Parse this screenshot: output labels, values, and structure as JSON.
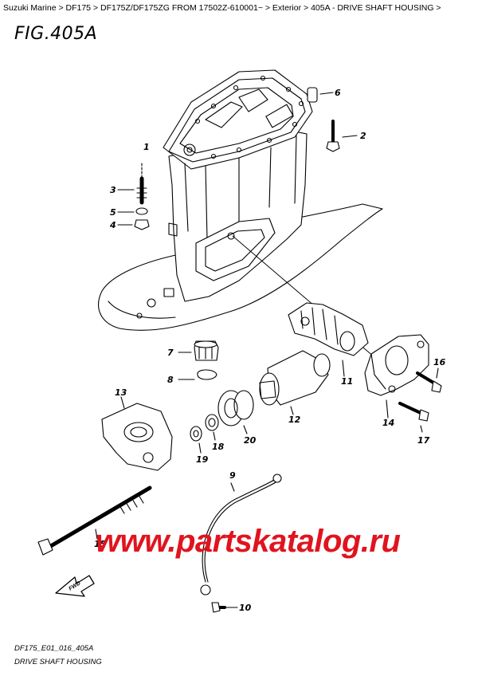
{
  "breadcrumb": {
    "items": [
      "Suzuki Marine",
      "DF175",
      "DF175Z/DF175ZG FROM 17502Z-610001~",
      "Exterior",
      "405A - DRIVE SHAFT HOUSING"
    ],
    "separator": " > ",
    "trailing": " >"
  },
  "figure": {
    "title": "FIG.405A",
    "code": "DF175_E01_016_405A",
    "caption": "DRIVE SHAFT HOUSING"
  },
  "callouts": [
    "1",
    "2",
    "3",
    "4",
    "5",
    "6",
    "7",
    "8",
    "9",
    "10",
    "11",
    "12",
    "13",
    "14",
    "15",
    "16",
    "17",
    "18",
    "19",
    "20"
  ],
  "fwd_label": "FWD",
  "watermark": {
    "text": "www.partskatalog.ru",
    "color": "#e0141e"
  }
}
